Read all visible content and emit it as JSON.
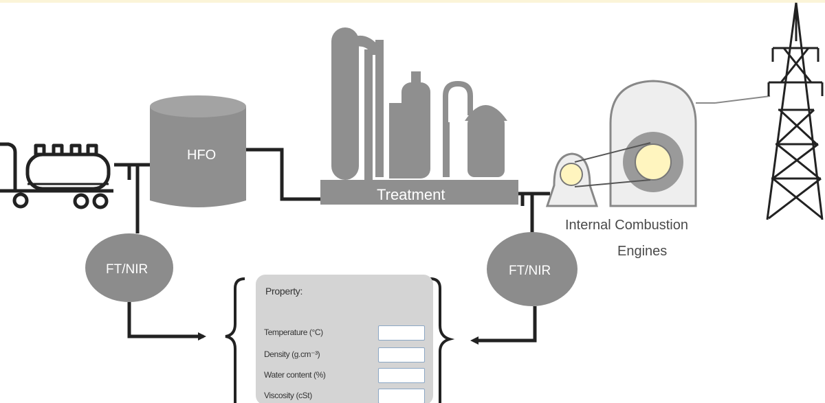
{
  "diagram": {
    "tank_label": "HFO",
    "treatment_label": "Treatment",
    "sensor_left_label": "FT/NIR",
    "sensor_right_label": "FT/NIR",
    "engine_label_line1": "Internal Combustion",
    "engine_label_line2": "Engines",
    "colors": {
      "equipment_gray": "#8f8f8f",
      "sensor_gray": "#8c8c8c",
      "engine_light": "#eeeeee",
      "engine_core": "#fff5bf",
      "line": "#222222",
      "panel_bg": "#d4d4d4"
    }
  },
  "property_panel": {
    "title": "Property:",
    "fields": [
      {
        "label": "Temperature (°C)",
        "value": ""
      },
      {
        "label": "Density (g.cm⁻³)",
        "value": ""
      },
      {
        "label": "Water content (%)",
        "value": ""
      },
      {
        "label": "Viscosity (cSt)",
        "value": ""
      }
    ]
  }
}
